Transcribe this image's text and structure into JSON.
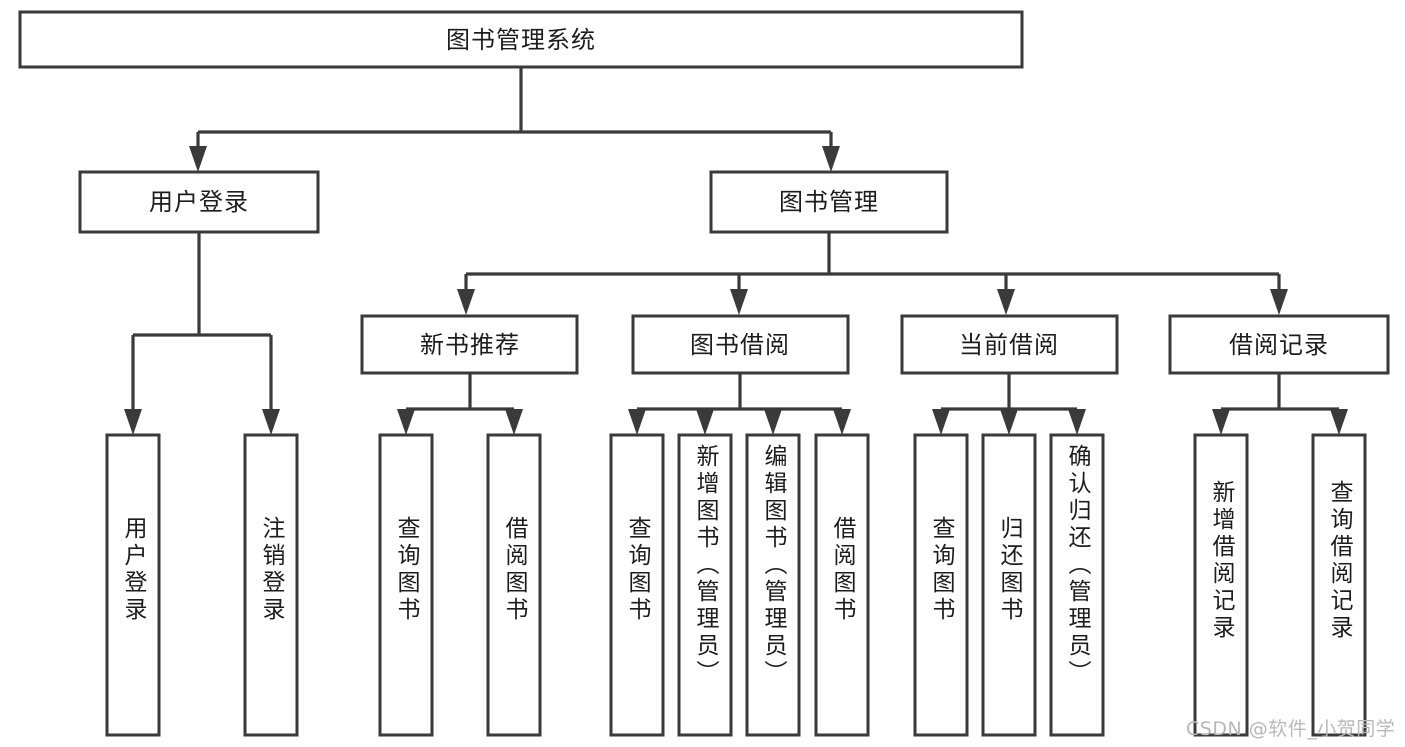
{
  "diagram": {
    "type": "tree",
    "title": "图书管理系统",
    "watermark": "CSDN @软件_小贺同学",
    "colors": {
      "box_stroke": "#3a3a3a",
      "box_fill": "#ffffff",
      "text": "#1d1d1d",
      "background": "#ffffff",
      "watermark": "#b8b8b8"
    },
    "root": {
      "label": "图书管理系统"
    },
    "level2": [
      {
        "label": "用户登录"
      },
      {
        "label": "图书管理"
      }
    ],
    "level3": [
      {
        "label": "新书推荐"
      },
      {
        "label": "图书借阅"
      },
      {
        "label": "当前借阅"
      },
      {
        "label": "借阅记录"
      }
    ],
    "leaves": [
      {
        "label": "用户登录",
        "parent": "用户登录"
      },
      {
        "label": "注销登录",
        "parent": "用户登录"
      },
      {
        "label": "查询图书",
        "parent": "新书推荐"
      },
      {
        "label": "借阅图书",
        "parent": "新书推荐"
      },
      {
        "label": "查询图书",
        "parent": "图书借阅"
      },
      {
        "label": "新增图书（管理员）",
        "parent": "图书借阅"
      },
      {
        "label": "编辑图书（管理员）",
        "parent": "图书借阅"
      },
      {
        "label": "借阅图书",
        "parent": "图书借阅"
      },
      {
        "label": "查询图书",
        "parent": "当前借阅"
      },
      {
        "label": "归还图书",
        "parent": "当前借阅"
      },
      {
        "label": "确认归还（管理员）",
        "parent": "当前借阅"
      },
      {
        "label": "新增借阅记录",
        "parent": "借阅记录"
      },
      {
        "label": "查询借阅记录",
        "parent": "借阅记录"
      }
    ]
  }
}
